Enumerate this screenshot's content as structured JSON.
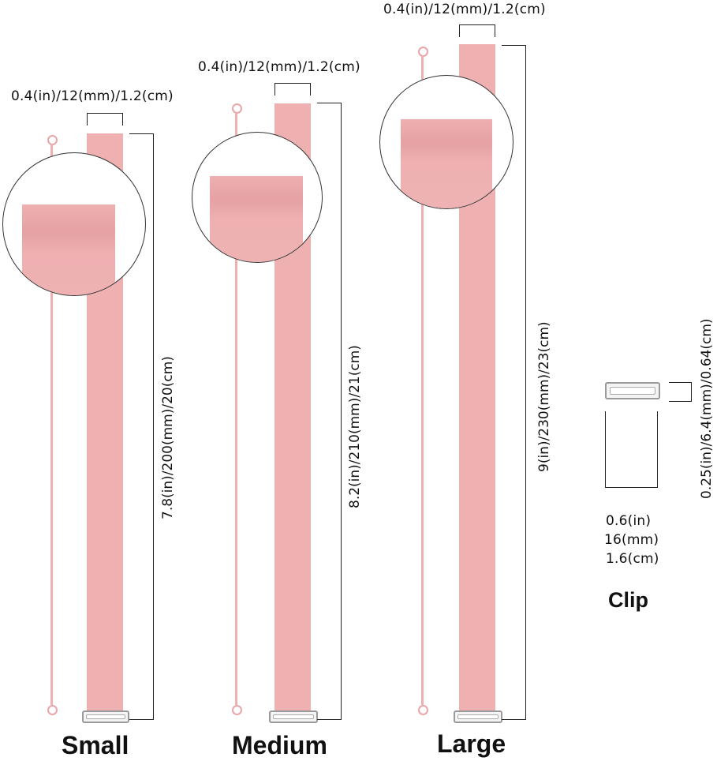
{
  "sizes": [
    {
      "label": "Small",
      "width_dim": "0.4(in)/12(mm)/1.2(cm)",
      "length_dim": "7.8(in)/200(mm)/20(cm)"
    },
    {
      "label": "Medium",
      "width_dim": "0.4(in)/12(mm)/1.2(cm)",
      "length_dim": "8.2(in)/210(mm)/21(cm)"
    },
    {
      "label": "Large",
      "width_dim": "0.4(in)/12(mm)/1.2(cm)",
      "length_dim": "9(in)/230(mm)/23(cm)"
    }
  ],
  "clip": {
    "label": "Clip",
    "height_dim": "0.25(in)/6.4(mm)/0.64(cm)",
    "width_lines": [
      "0.6(in)",
      "16(mm)",
      "1.6(cm)"
    ]
  },
  "colors": {
    "strap": "#eeb0b1",
    "text": "#111111"
  }
}
